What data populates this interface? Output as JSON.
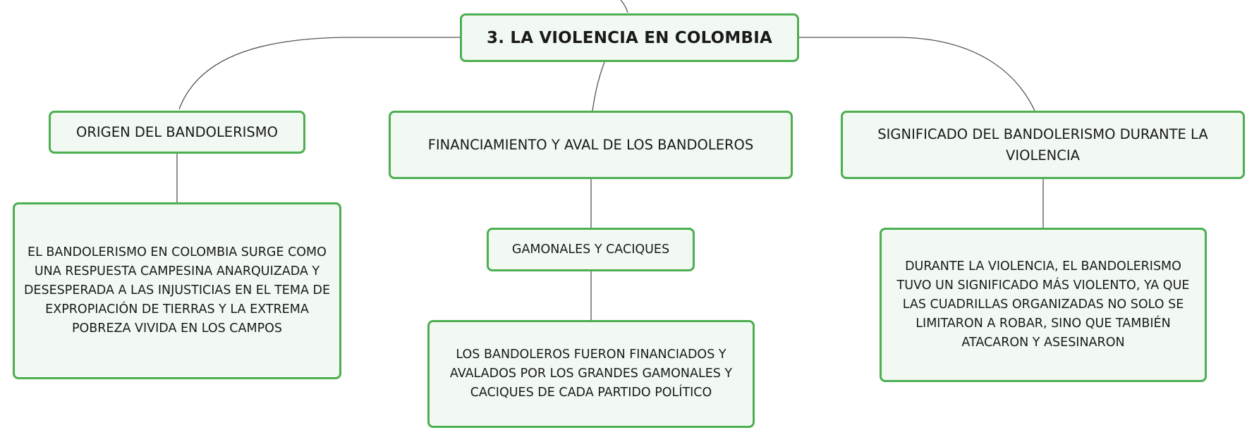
{
  "diagram": {
    "root": {
      "label": "3. LA VIOLENCIA EN COLOMBIA"
    },
    "branches": [
      {
        "label": "ORIGEN DEL BANDOLERISMO",
        "children": [
          {
            "label": "EL BANDOLERISMO EN COLOMBIA SURGE COMO UNA RESPUESTA CAMPESINA ANARQUIZADA Y DESESPERADA A LAS INJUSTICIAS EN EL TEMA DE EXPROPIACIÓN DE TIERRAS Y LA EXTREMA POBREZA VIVIDA EN LOS CAMPOS"
          }
        ]
      },
      {
        "label": "FINANCIAMIENTO Y AVAL DE LOS BANDOLEROS",
        "children": [
          {
            "label": "GAMONALES Y CACIQUES"
          },
          {
            "label": "LOS BANDOLEROS FUERON FINANCIADOS Y AVALADOS POR LOS GRANDES GAMONALES Y CACIQUES DE CADA PARTIDO POLÍTICO"
          }
        ]
      },
      {
        "label": "SIGNIFICADO DEL BANDOLERISMO DURANTE LA VIOLENCIA",
        "children": [
          {
            "label": "DURANTE LA VIOLENCIA, EL BANDOLERISMO TUVO UN SIGNIFICADO MÁS VIOLENTO, YA QUE LAS CUADRILLAS ORGANIZADAS NO SOLO SE LIMITARON A ROBAR, SINO QUE TAMBIÉN ATACARON Y ASESINARON"
          }
        ]
      }
    ],
    "colors": {
      "node_border": "#4caf50",
      "node_fill": "#f1f9f2",
      "connector": "#555555",
      "text": "#1a1a1a"
    }
  }
}
